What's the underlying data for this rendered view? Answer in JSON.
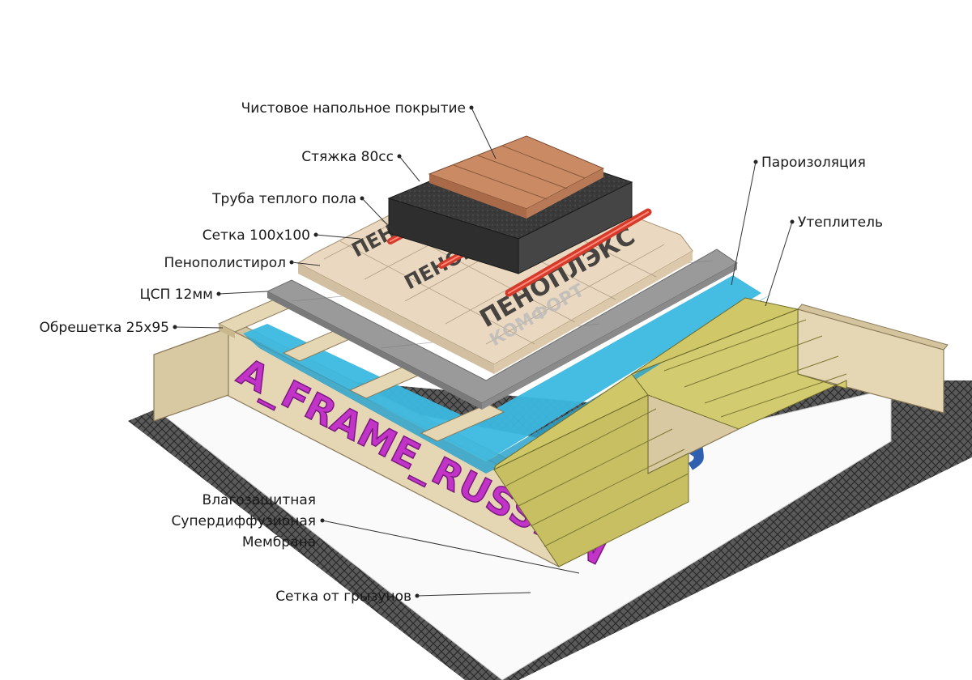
{
  "labels": {
    "finish_floor": "Чистовое напольное покрытие",
    "screed": "Стяжка 80сс",
    "heating_pipe": "Труба теплого пола",
    "mesh": "Сетка 100х100",
    "eps": "Пенополистирол",
    "dsp": "ЦСП 12мм",
    "batten": "Обрешетка 25х95",
    "vapor_barrier": "Пароизоляция",
    "insulation": "Утеплитель",
    "membrane_line1": "Влагозащитная",
    "membrane_line2": "Супердиффузионая",
    "membrane_line3": "Мембрана",
    "rodent_mesh": "Сетка от грызунов"
  },
  "watermark": "A_FRAME_RUSSIAN",
  "colors": {
    "wood": "#e6d7b4",
    "wood_dark": "#c9b78e",
    "vapor": "#3bb8e0",
    "insulation": "#c7bf62",
    "dsp": "#9a9a9a",
    "eps": "#ead8c0",
    "screed": "#3a3a3a",
    "finish": "#c98a64",
    "pipe": "#d63a2a",
    "membrane": "#ffffff",
    "rodent_mesh": "#4a4a4a",
    "watermark": "#c233c8"
  }
}
